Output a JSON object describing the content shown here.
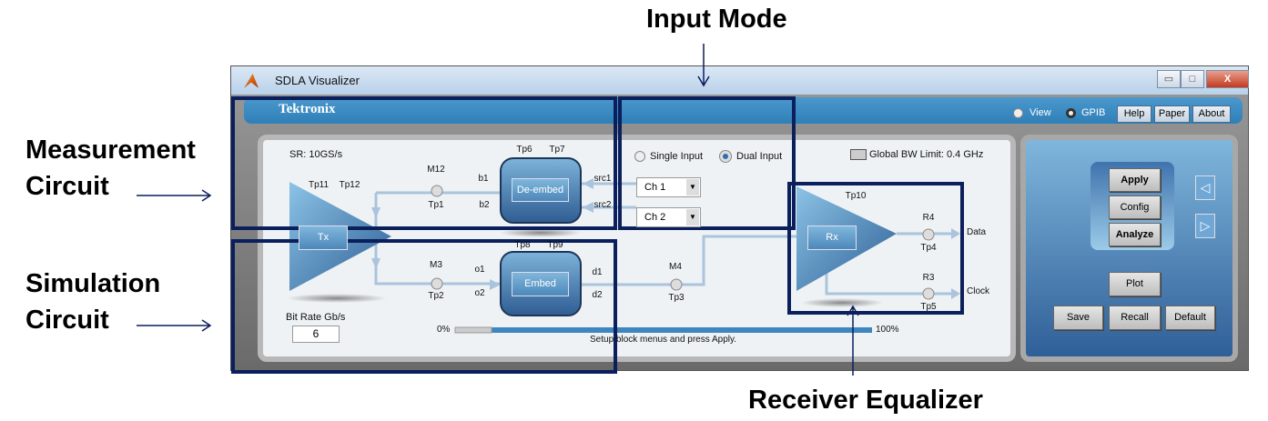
{
  "annotations": {
    "input_mode": "Input Mode",
    "measurement": [
      "Measurement",
      "Circuit"
    ],
    "simulation": [
      "Simulation",
      "Circuit"
    ],
    "receiver": "Receiver Equalizer"
  },
  "window": {
    "title": "SDLA Visualizer",
    "minimize": "▭",
    "maximize": "□",
    "close": "X"
  },
  "header": {
    "logo": "Tektronix",
    "radios": [
      {
        "label": "View",
        "selected": false
      },
      {
        "label": "GPIB",
        "selected": true
      }
    ],
    "buttons": [
      "Help",
      "Paper",
      "About"
    ]
  },
  "measurement": {
    "sample_rate": "SR: 10GS/s",
    "tx_label": "Tx",
    "tx_points": [
      "Tp11",
      "Tp12"
    ],
    "deembed_label": "De-embed",
    "deembed_points": [
      "Tp6",
      "Tp7"
    ],
    "m12": "M12",
    "tp1": "Tp1",
    "b1": "b1",
    "b2": "b2",
    "src1": "src1",
    "src2": "src2"
  },
  "simulation": {
    "embed_label": "Embed",
    "embed_points": [
      "Tp8",
      "Tp9"
    ],
    "m3": "M3",
    "tp2": "Tp2",
    "o1": "o1",
    "o2": "o2",
    "d1": "d1",
    "d2": "d2",
    "m4": "M4",
    "tp3": "Tp3",
    "bit_rate_label": "Bit Rate Gb/s",
    "bit_rate_value": "6"
  },
  "input_mode": {
    "single": "Single Input",
    "dual": "Dual Input",
    "selected": "Dual Input",
    "ch_a": "Ch 1",
    "ch_b": "Ch 2"
  },
  "global_bw": "Global BW Limit: 0.4 GHz",
  "receiver": {
    "rx_label": "Rx",
    "tp10": "Tp10",
    "r4": "R4",
    "tp4": "Tp4",
    "data": "Data",
    "r3": "R3",
    "tp5": "Tp5",
    "clock": "Clock"
  },
  "progress": {
    "min": "0%",
    "max": "100%",
    "value_percent": 0,
    "status": "Setup block menus and press Apply."
  },
  "controls": {
    "apply": "Apply",
    "config": "Config",
    "analyze": "Analyze",
    "prev": "◁",
    "next": "▷",
    "plot": "Plot",
    "save": "Save",
    "recall": "Recall",
    "default": "Default"
  },
  "colors": {
    "annotation": "#0b1f5c",
    "header": "#3a8bc2",
    "accent": "#4d88ba"
  }
}
